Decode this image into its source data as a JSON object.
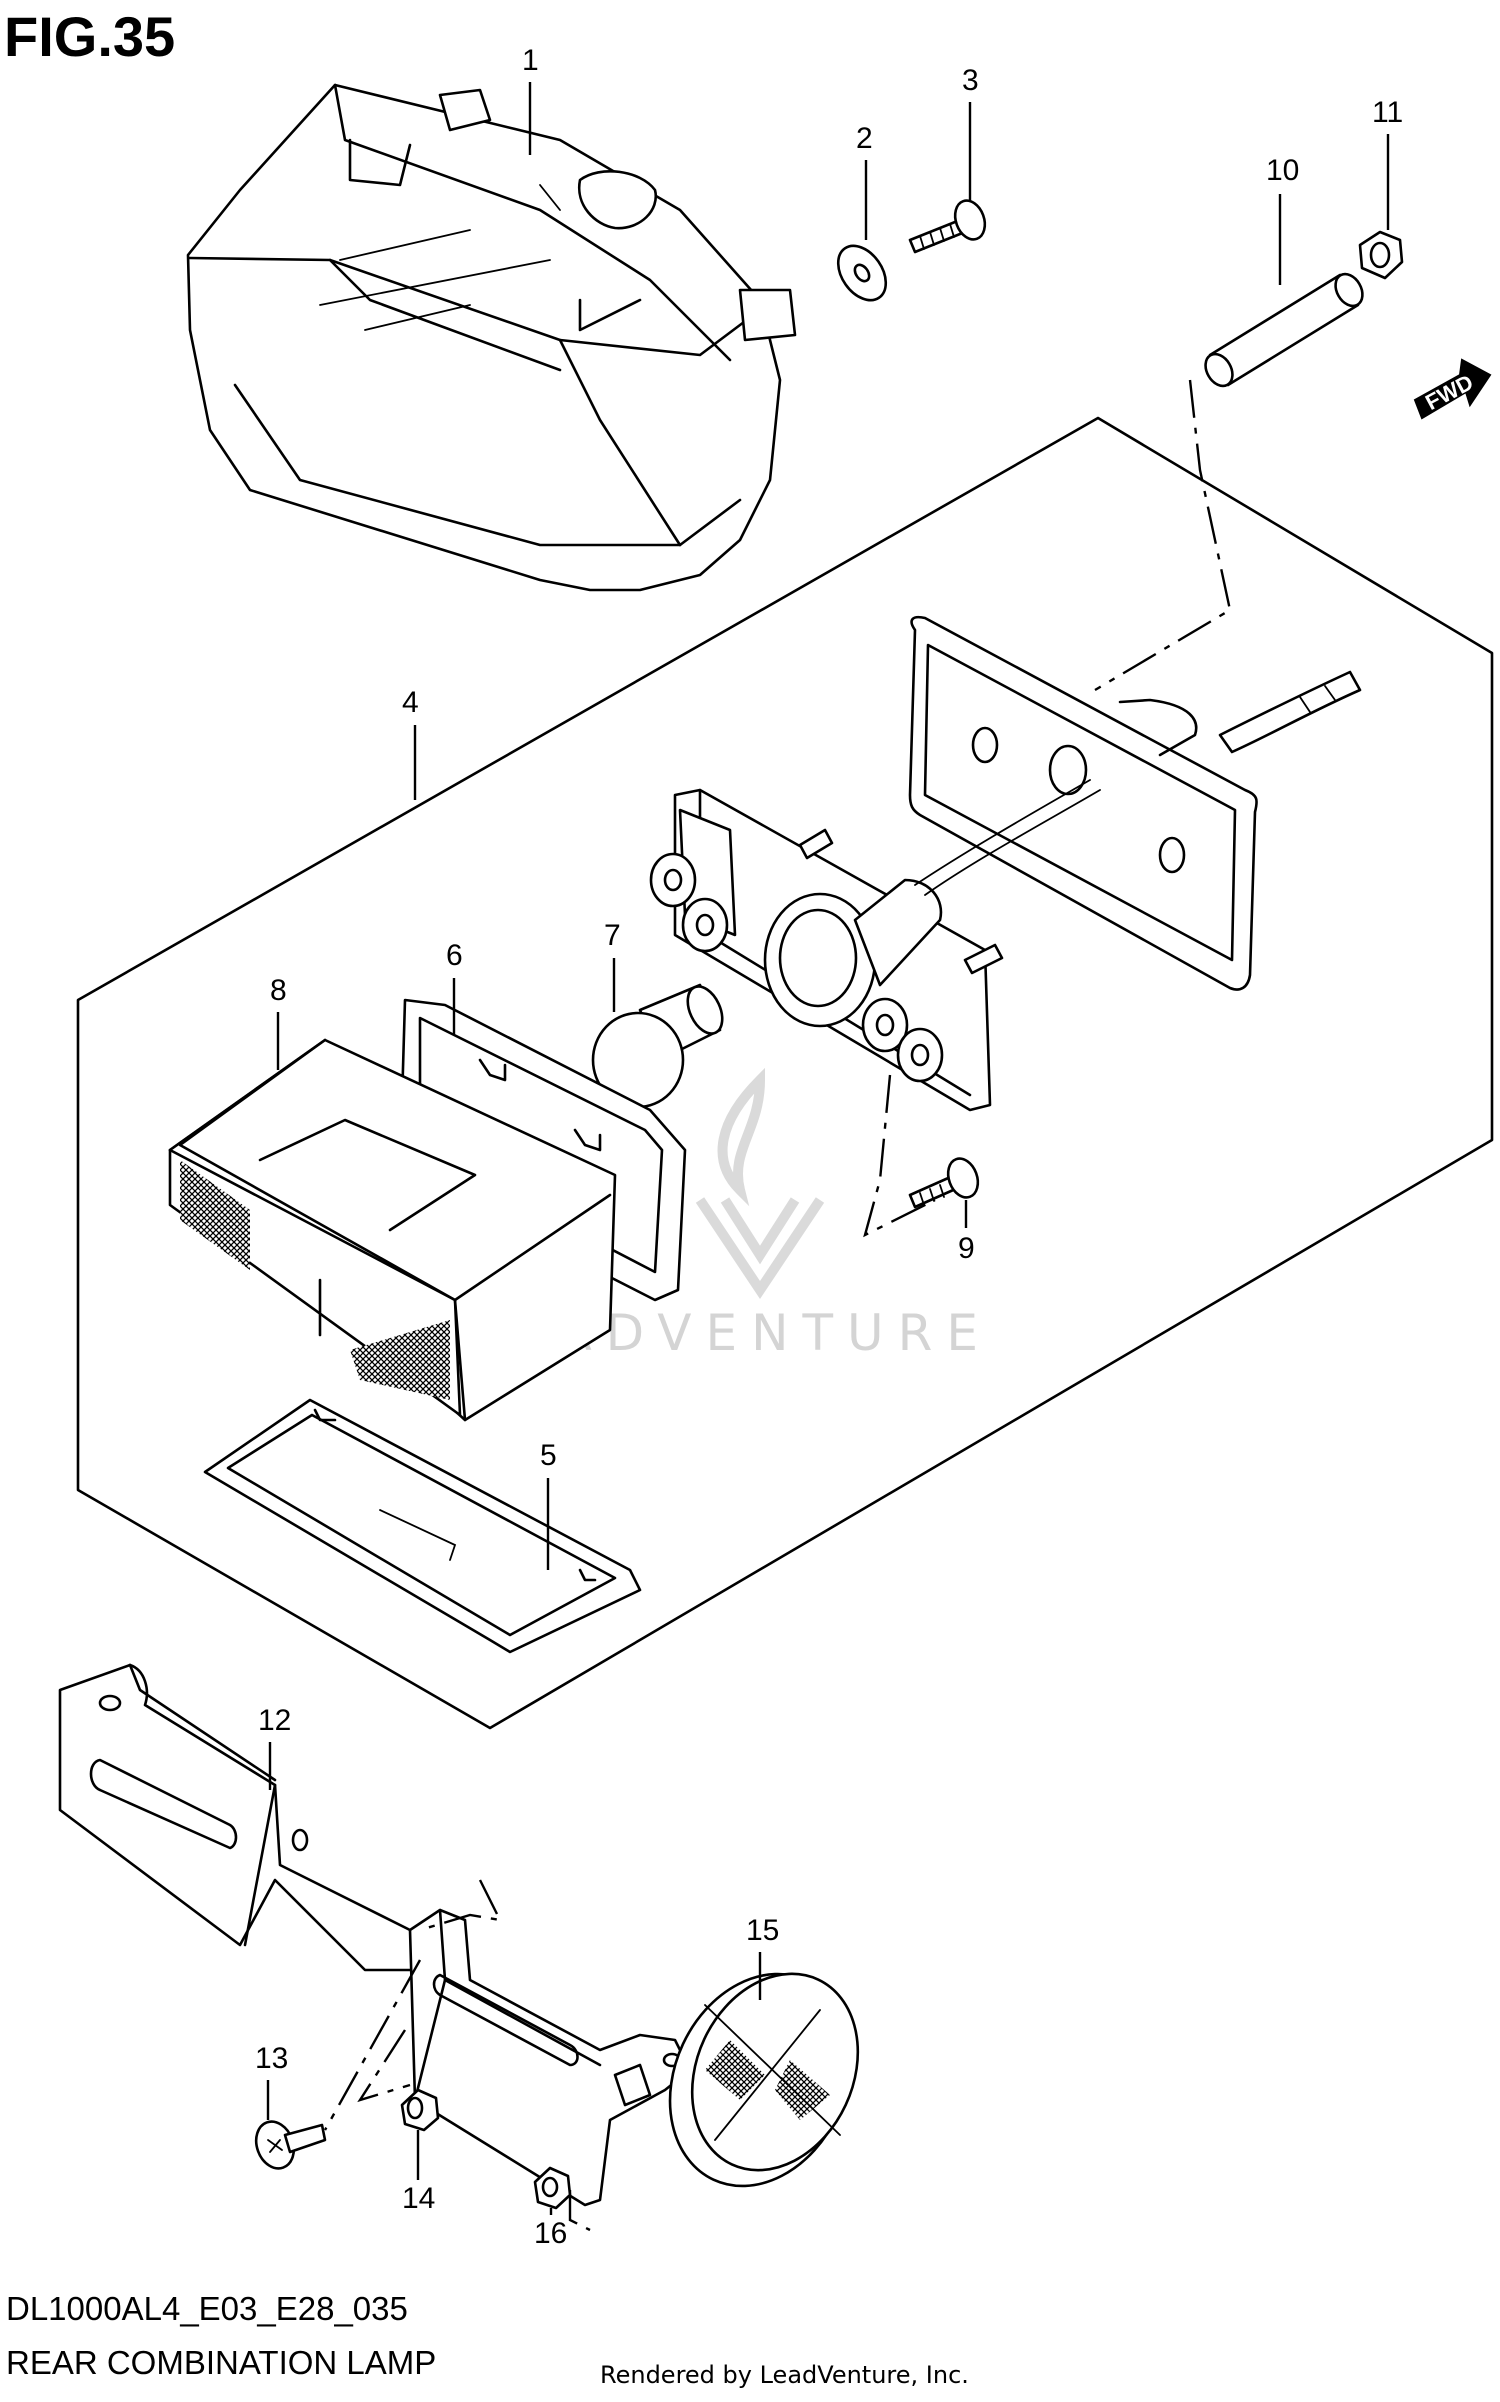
{
  "figure": {
    "label": "FIG.35"
  },
  "direction_marker": {
    "text": "FWD",
    "icon": "forward-arrow-icon"
  },
  "callouts": {
    "c1": "1",
    "c2": "2",
    "c3": "3",
    "c4": "4",
    "c5": "5",
    "c6": "6",
    "c7": "7",
    "c8": "8",
    "c9": "9",
    "c10": "10",
    "c11": "11",
    "c12": "12",
    "c13": "13",
    "c14": "14",
    "c15": "15",
    "c16": "16"
  },
  "watermark": {
    "text": "LEADVENTURE",
    "icon": "leadventure-flame-logo"
  },
  "footer": {
    "code": "DL1000AL4_E03_E28_035",
    "title": "REAR COMBINATION LAMP",
    "rendered_by": "Rendered by LeadVenture, Inc."
  }
}
